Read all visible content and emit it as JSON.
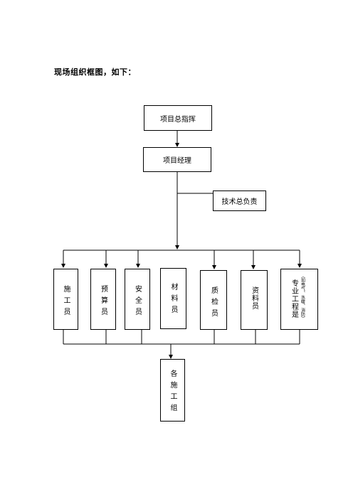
{
  "heading": "现场组织框图，如下：",
  "org": {
    "top": "项目总指挥",
    "manager": "项目经理",
    "tech_lead": "技术总负责",
    "roles": {
      "construction": "施工员",
      "budget": "预算员",
      "safety": "安全员",
      "material": "材料员",
      "quality": "质检员",
      "records": "资料员",
      "specialist": "专业工程是",
      "specialist_note": "（如电气、水暖、消防）"
    },
    "teams": "各施工组"
  }
}
